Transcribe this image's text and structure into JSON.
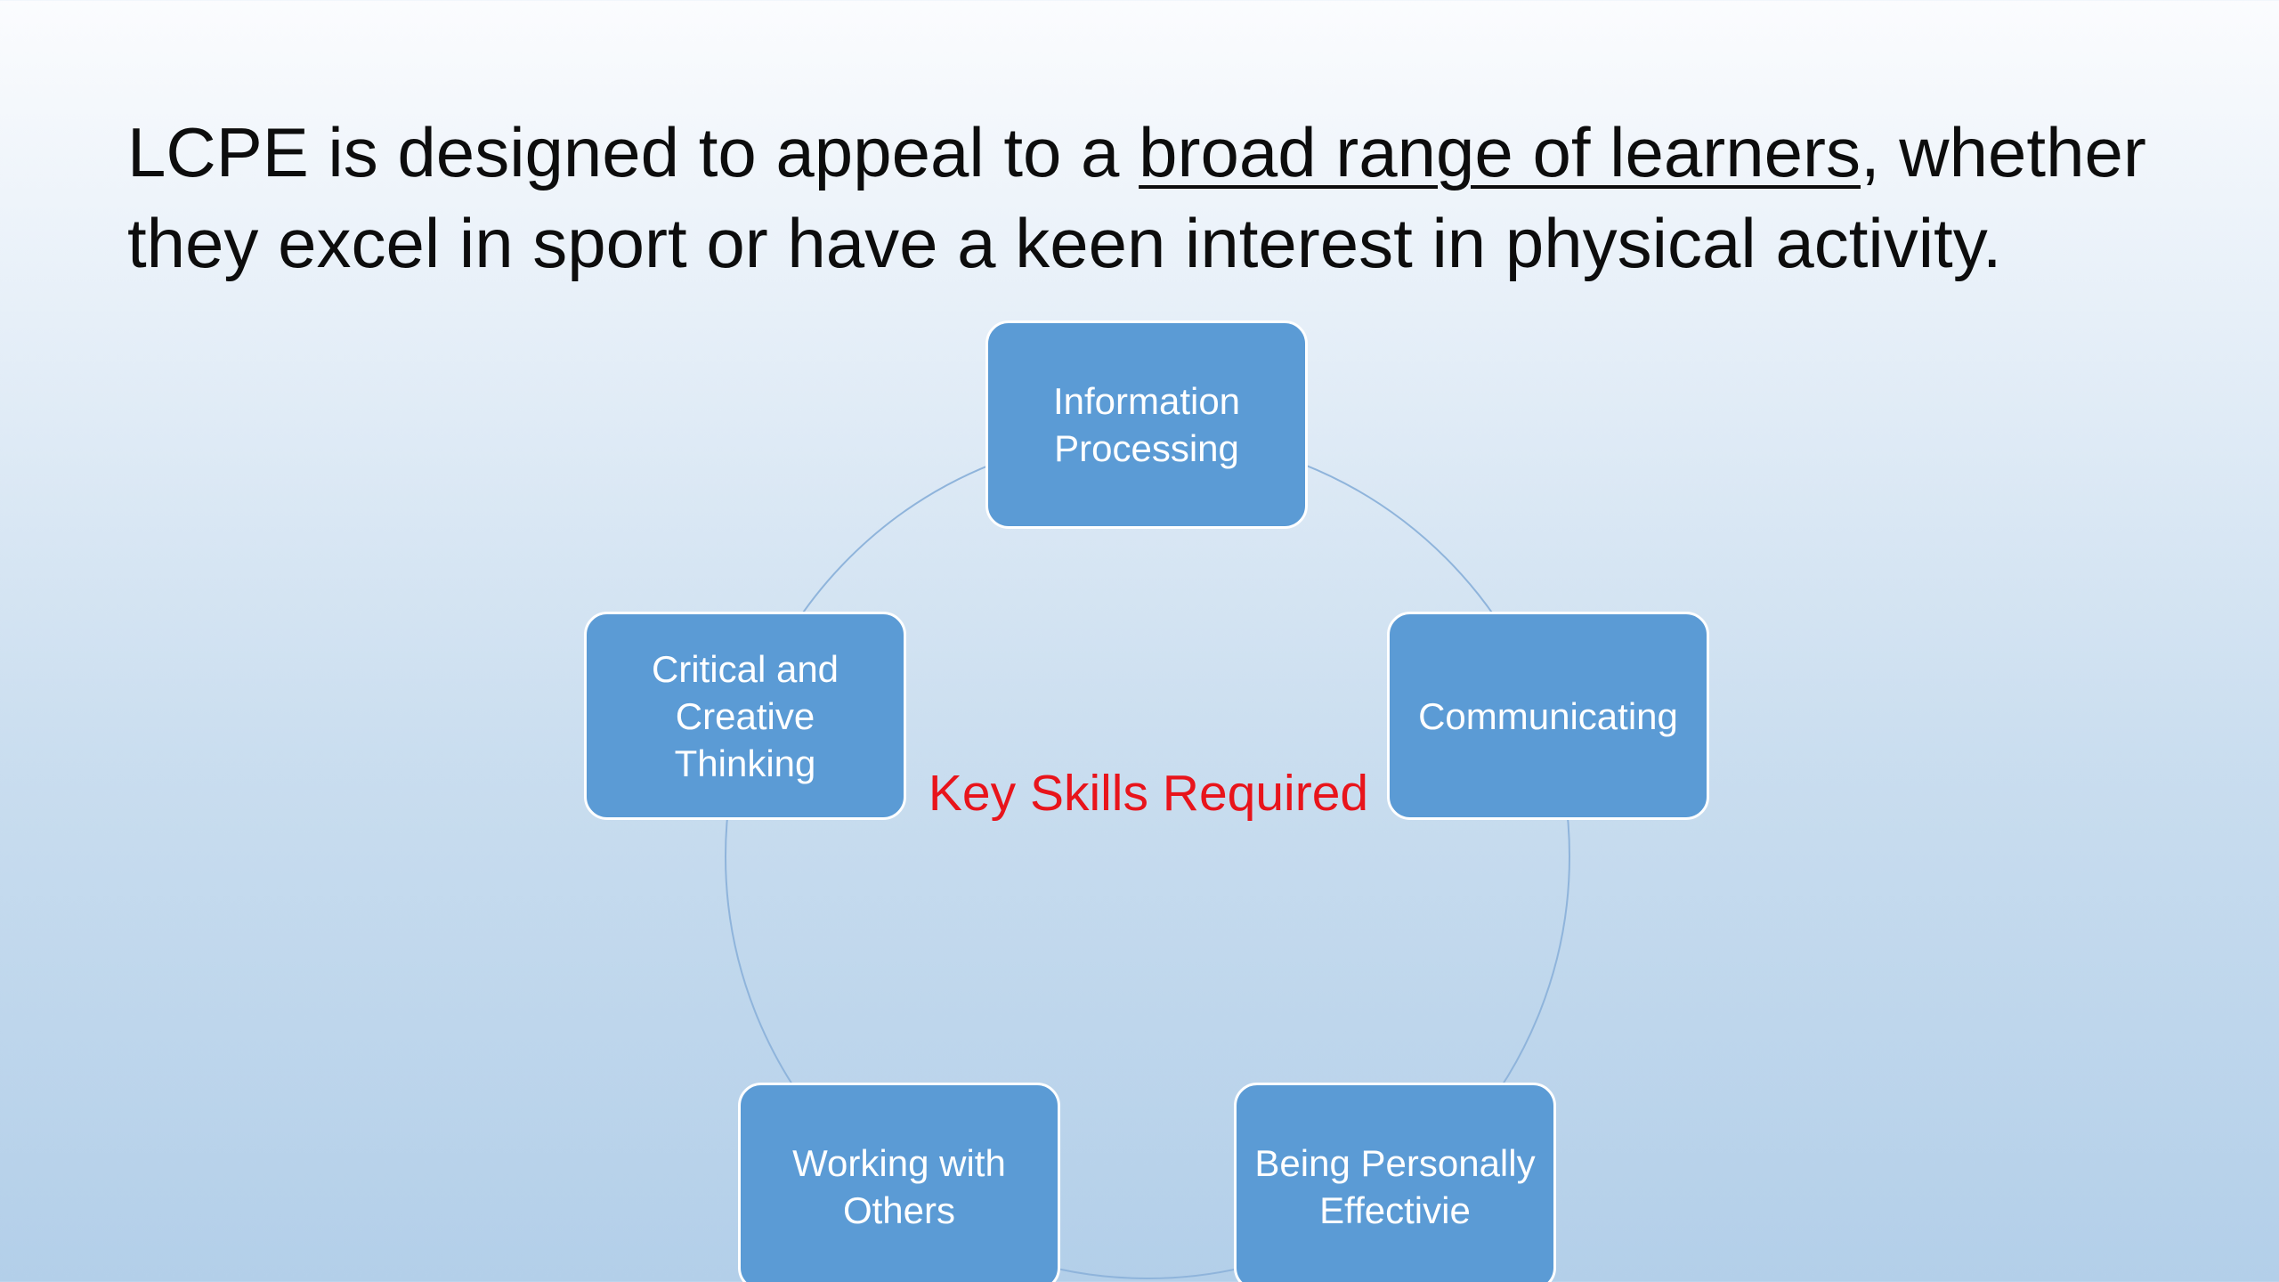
{
  "headline": {
    "part1": "LCPE is designed to appeal to a ",
    "underlined": "broad range of learners",
    "part2": ", whether they excel in sport or have a keen interest in physical activity."
  },
  "diagram": {
    "center_label": "Key Skills Required",
    "nodes": [
      {
        "label": "Information Processing"
      },
      {
        "label": "Communicating"
      },
      {
        "label": "Being Personally Effectivie"
      },
      {
        "label": "Working with Others"
      },
      {
        "label": "Critical and Creative Thinking"
      }
    ]
  },
  "colors": {
    "node_fill": "#5b9bd5",
    "node_text": "#ffffff",
    "ring": "#8fb4db",
    "center_label": "#e8141b"
  }
}
